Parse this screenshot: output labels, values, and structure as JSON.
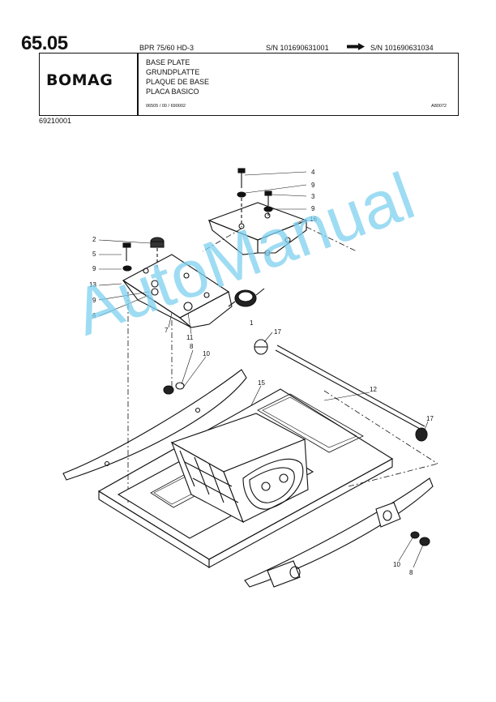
{
  "header": {
    "page_number": "65.05",
    "model": "BPR 75/60 HD-3",
    "serial_from": "S/N 101690631001",
    "serial_to": "S/N 101690631034",
    "logo_text": "BOMAG",
    "title_en": "BASE PLATE",
    "title_de": "GRUNDPLATTE",
    "title_fr": "PLAQUE DE BASE",
    "title_es": "PLACA BASICO",
    "doc_code": "06505 / 00 / 690002",
    "ref_code": "A80072",
    "drawing_id": "69210001"
  },
  "watermark": "AutoManual",
  "callouts": [
    "4",
    "9",
    "3",
    "9",
    "16",
    "2",
    "5",
    "9",
    "13",
    "9",
    "6",
    "7",
    "11",
    "1",
    "17",
    "8",
    "10",
    "15",
    "12",
    "17",
    "10",
    "8"
  ]
}
